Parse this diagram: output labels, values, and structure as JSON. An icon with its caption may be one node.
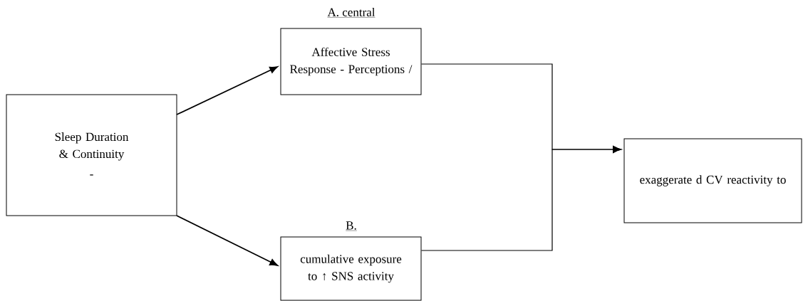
{
  "diagram": {
    "nodes": [
      {
        "text": [
          "Sleep Duration & Continuity",
          "-"
        ]
      },
      {
        "text": [
          "A. central",
          "Affective Stress Response - Perceptions /"
        ]
      },
      {
        "text": [
          "B.",
          "cumulative exposure to ↑ SNS activity"
        ]
      },
      {
        "text": [
          "exaggerate d CV reactivity to"
        ]
      }
    ],
    "edges": [
      {
        "from": 0,
        "to": 1,
        "arrow": "to"
      },
      {
        "from": 0,
        "to": 2,
        "arrow": "to"
      },
      {
        "from": 1,
        "to": 3,
        "arrow": "to"
      },
      {
        "from": 2,
        "to": 3,
        "arrow": "to"
      }
    ]
  }
}
